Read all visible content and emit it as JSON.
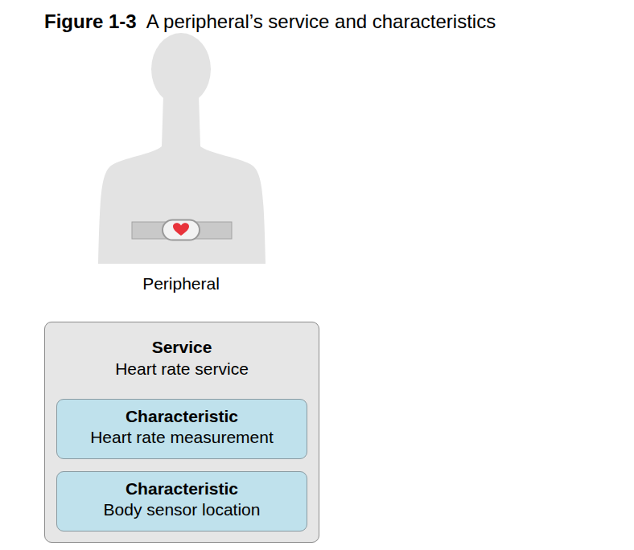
{
  "diagram": {
    "title": "Figure 1-3  A peripheral’s service and characteristics",
    "nodes": [
      {
        "text": [
          "Service",
          "Heart rate service"
        ]
      },
      {
        "text": [
          "Characteristic",
          "Heart rate measurement"
        ],
        "in": 0
      },
      {
        "text": [
          "Characteristic",
          "Body sensor location"
        ],
        "in": 0
      }
    ],
    "labels": [
      "Peripheral"
    ]
  }
}
